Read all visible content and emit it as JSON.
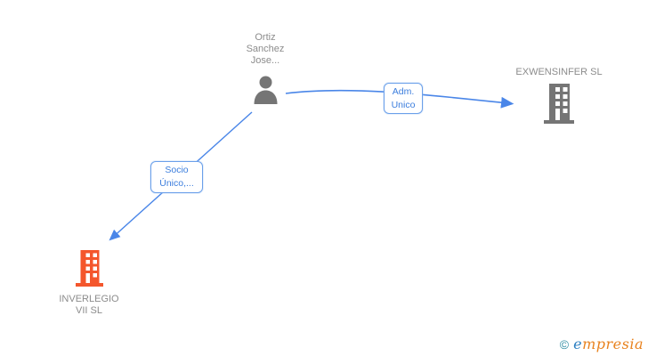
{
  "colors": {
    "edge_blue": "#4a86e8",
    "edge_box_border": "#6ba0ea",
    "edge_box_text": "#3b7ddd",
    "node_icon_gray": "#757575",
    "node_label_gray": "#8c8c8c",
    "highlight_orange": "#f4562c",
    "logo_copyright_teal": "#2e8ca2",
    "logo_e_blue": "#2b7fc2",
    "logo_rest_orange": "#e8821e"
  },
  "nodes": {
    "person": {
      "type": "person",
      "label_line1": "Ortiz",
      "label_line2": "Sanchez",
      "label_line3": "Jose..."
    },
    "company_right": {
      "type": "company",
      "label": "EXWENSINFER SL"
    },
    "company_left": {
      "type": "company",
      "label_line1": "INVERLEGIO",
      "label_line2": "VII SL"
    }
  },
  "edges": [
    {
      "from": "person",
      "to": "company_right",
      "label_line1": "Adm.",
      "label_line2": "Unico"
    },
    {
      "from": "person",
      "to": "company_left",
      "label_line1": "Socio",
      "label_line2": "Único,..."
    }
  ],
  "footer": {
    "copyright_symbol": "©",
    "brand_first_letter": "e",
    "brand_rest": "mpresia"
  }
}
